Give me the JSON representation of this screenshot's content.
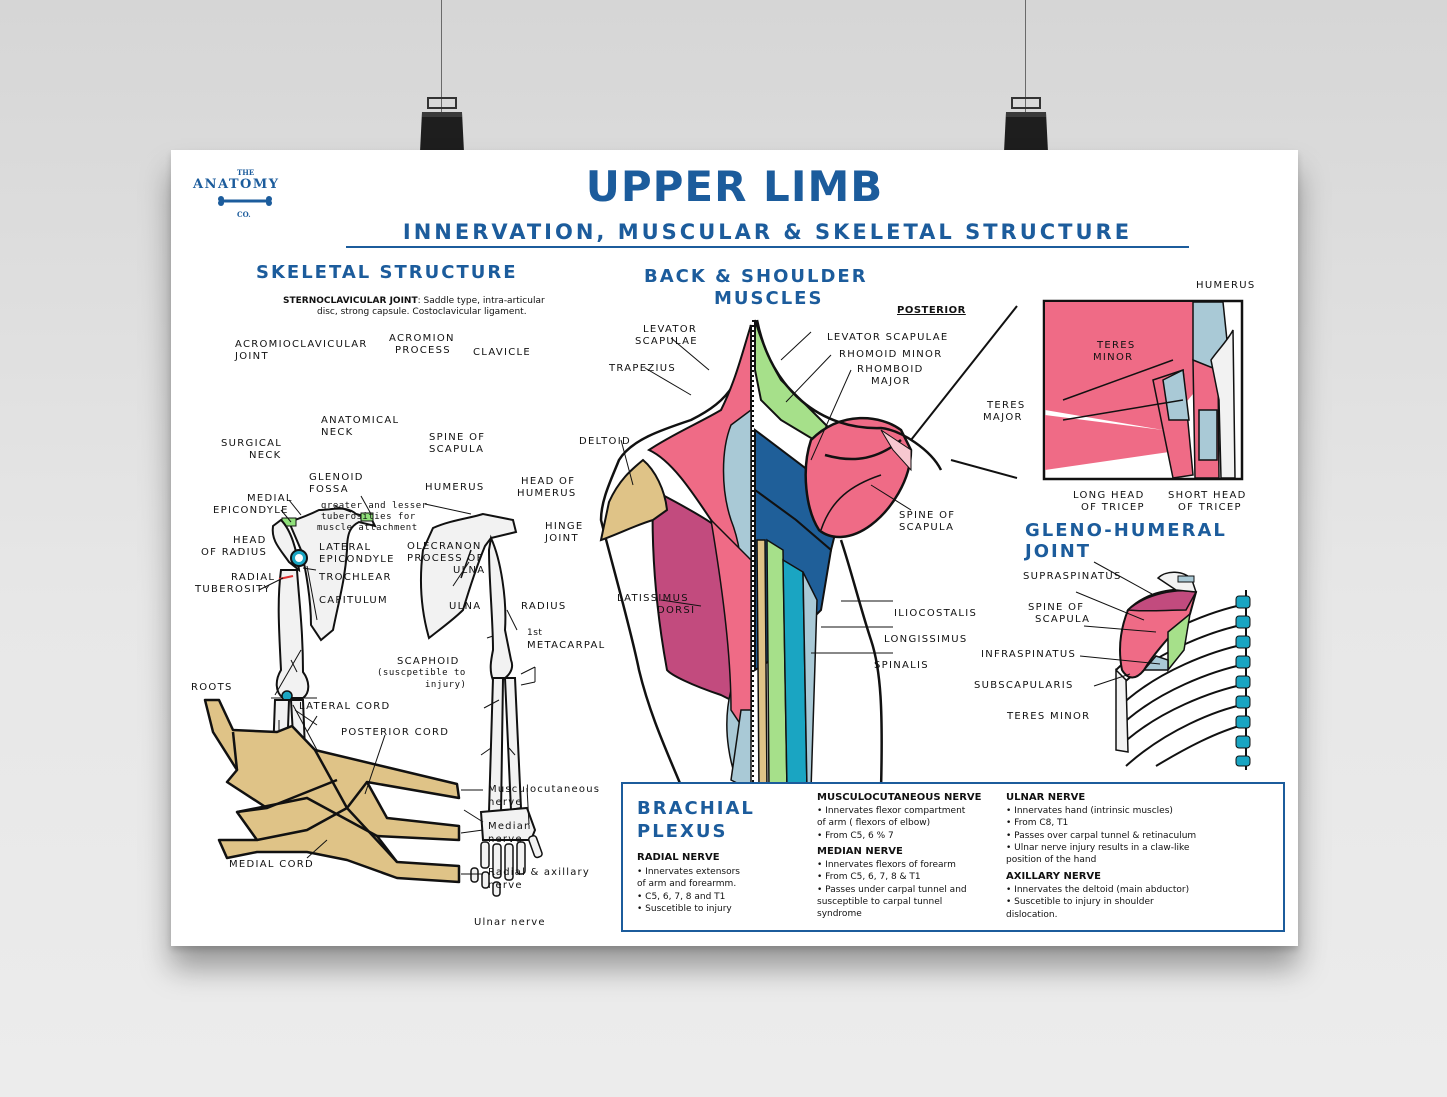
{
  "logo": {
    "line1": "THE",
    "line2": "ANATOMY",
    "line3": "CO."
  },
  "title": "UPPER LIMB",
  "subtitle": "INNERVATION, MUSCULAR & SKELETAL STRUCTURE",
  "skeletal": {
    "heading": "SKELETAL STRUCTURE",
    "sc_joint_bold": "STERNOCLAVICULAR JOINT",
    "sc_joint_text1": ": Saddle type, intra-articular",
    "sc_joint_text2": "disc, strong capsule. Costoclavicular ligament.",
    "labels": {
      "acromioclavicular": "ACROMIOCLAVICULAR",
      "joint": "JOINT",
      "acromion": "ACROMION",
      "process": "PROCESS",
      "clavicle": "CLAVICLE",
      "anatomical": "ANATOMICAL",
      "neck": "NECK",
      "surgical": "SURGICAL",
      "surgical_neck": "NECK",
      "spine_of": "SPINE OF",
      "scapula": "SCAPULA",
      "glenoid": "GLENOID",
      "fossa": "FOSSA",
      "humerus": "HUMERUS",
      "head_of": "HEAD OF",
      "head_humerus": "HUMERUS",
      "tuberosities1": "greater and lesser",
      "tuberosities2": "tuberosities for",
      "tuberosities3": "muscle  attachment",
      "medial": "MEDIAL",
      "epicondyle": "EPICONDYLE",
      "hinge": "HINGE",
      "hinge_joint": "JOINT",
      "head": "HEAD",
      "of_radius": "OF RADIUS",
      "lateral": "LATERAL",
      "lat_epicondyle": "EPICONDYLE",
      "olecranon": "OLECRANON",
      "process_of": "PROCESS OF",
      "ulna_lbl": "ULNA",
      "radial": "RADIAL",
      "tuberosity": "TUBEROSITY",
      "trochlear": "TROCHLEAR",
      "capitulum": "CAPITULUM",
      "ulna": "ULNA",
      "radius": "RADIUS",
      "first": "1st",
      "metacarpal": "METACARPAL",
      "scaphoid": "SCAPHOID",
      "scaphoid_note1": "(suscpetible to",
      "scaphoid_note2": "injury)"
    }
  },
  "plexus_diagram": {
    "roots": "ROOTS",
    "lateral_cord": "LATERAL CORD",
    "posterior_cord": "POSTERIOR CORD",
    "medial_cord": "MEDIAL CORD",
    "musculocutaneous1": "Musculocutaneous",
    "musculocutaneous2": "nerve",
    "median1": "Median",
    "median2": "nerve",
    "radial1": "Radial & axillary",
    "radial2": "nerve",
    "ulnar": "Ulnar nerve"
  },
  "back": {
    "heading1": "BACK & SHOULDER",
    "heading2": "MUSCLES",
    "posterior": "POSTERIOR",
    "levator_left1": "LEVATOR",
    "levator_left2": "SCAPULAE",
    "trapezius": "TRAPEZIUS",
    "deltoid": "DELTOID",
    "latissimus1": "LATISSIMUS",
    "latissimus2": "DORSI",
    "levator_right": "LEVATOR SCAPULAE",
    "rhomboid_minor": "RHOMOID MINOR",
    "rhomboid_major1": "RHOMBOID",
    "rhomboid_major2": "MAJOR",
    "spine_of": "SPINE OF",
    "scapula": "SCAPULA",
    "iliocostalis": "ILIOCOSTALIS",
    "longissimus": "LONGISSIMUS",
    "spinalis": "SPINALIS"
  },
  "inset": {
    "humerus": "HUMERUS",
    "teres_minor1": "TERES",
    "teres_minor2": "MINOR",
    "teres_major1": "TERES",
    "teres_major2": "MAJOR",
    "long_head1": "LONG HEAD",
    "long_head2": "OF TRICEP",
    "short_head1": "SHORT HEAD",
    "short_head2": "OF TRICEP"
  },
  "gleno": {
    "heading1": "GLENO-HUMERAL",
    "heading2": "JOINT",
    "supraspinatus": "SUPRASPINATUS",
    "spine_of": "SPINE OF",
    "scapula": "SCAPULA",
    "infraspinatus": "INFRASPINATUS",
    "subscapularis": "SUBSCAPULARIS",
    "teres_minor": "TERES MINOR"
  },
  "brachial_box": {
    "title1": "BRACHIAL",
    "title2": "PLEXUS",
    "radial_hd": "RADIAL NERVE",
    "radial_tx": "• Innervates extensors\nof arm and forearmm.\n• C5, 6, 7, 8 and T1\n• Suscetible to injury",
    "musculo_hd": "MUSCULOCUTANEOUS NERVE",
    "musculo_tx": "• Innervates flexor compartment\nof arm ( flexors of elbow)\n• From C5, 6 % 7",
    "median_hd": "MEDIAN NERVE",
    "median_tx": "• Innervates flexors of forearm\n• From C5, 6, 7, 8 & T1\n• Passes under carpal tunnel and\nsusceptible to carpal tunnel\nsyndrome",
    "ulnar_hd": "ULNAR NERVE",
    "ulnar_tx": "• Innervates hand (intrinsic muscles)\n• From C8, T1\n• Passes over carpal tunnel & retinaculum\n• Ulnar nerve injury results in a claw-like\nposition of the hand",
    "axillary_hd": "AXILLARY NERVE",
    "axillary_tx": "• Innervates the deltoid (main abductor)\n• Suscetible to injury in shoulder\ndislocation."
  },
  "colors": {
    "brand_blue": "#1c5c9c",
    "pink": "#ef6b86",
    "magenta": "#c24b7e",
    "light_blue": "#a9c9d6",
    "dark_blue": "#1f5f99",
    "green": "#a6e08a",
    "teal": "#1aa5c2",
    "tan": "#dfc387"
  }
}
